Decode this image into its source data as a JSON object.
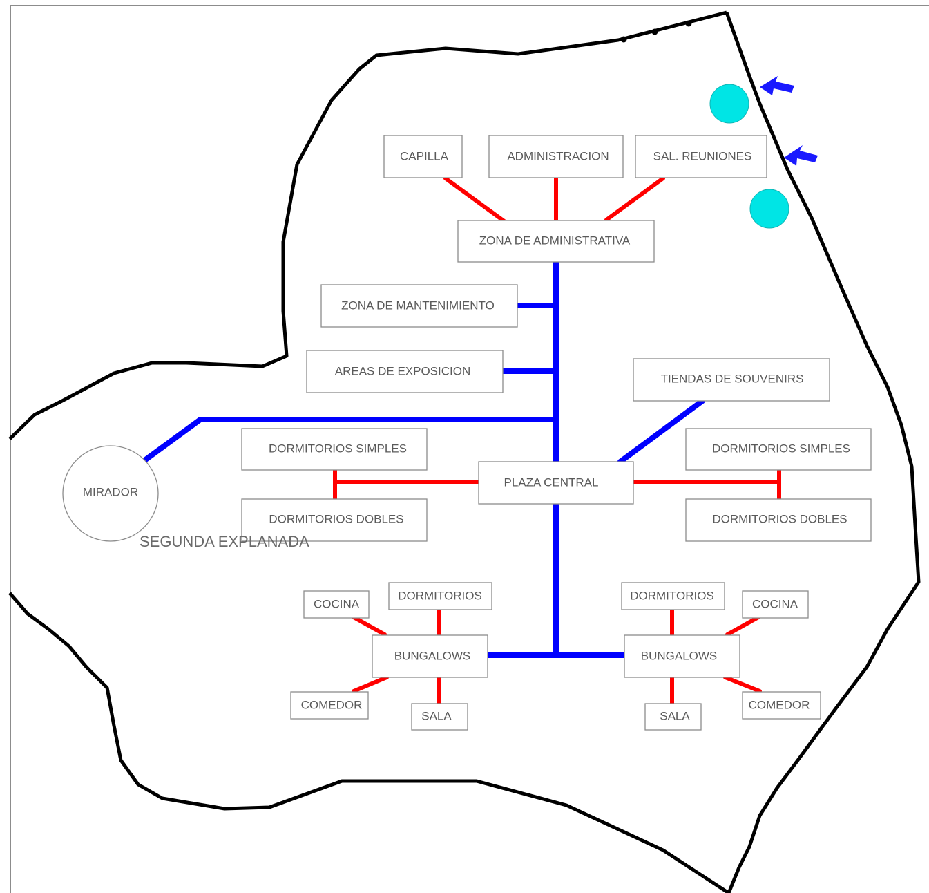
{
  "colors": {
    "primary_link": "#ff0000",
    "main_axis": "#0000ff",
    "boundary": "#000000",
    "marker": "#00e5e5",
    "arrow": "#1a1aff"
  },
  "labels": {
    "capilla": "CAPILLA",
    "administracion": "ADMINISTRACION",
    "sal_reuniones": "SAL. REUNIONES",
    "zona_administrativa": "ZONA DE ADMINISTRATIVA",
    "zona_mantenimiento": "ZONA DE MANTENIMIENTO",
    "areas_exposicion": "AREAS DE EXPOSICION",
    "tiendas_souvenirs": "TIENDAS DE SOUVENIRS",
    "dorm_simples_left": "DORMITORIOS SIMPLES",
    "dorm_dobles_left": "DORMITORIOS DOBLES",
    "plaza_central": "PLAZA CENTRAL",
    "dorm_simples_right": "DORMITORIOS SIMPLES",
    "dorm_dobles_right": "DORMITORIOS DOBLES",
    "mirador": "MIRADOR",
    "segunda_explanada": "SEGUNDA EXPLANADA",
    "cocina_left": "COCINA",
    "dormitorios_left": "DORMITORIOS",
    "bungalows_left": "BUNGALOWS",
    "comedor_left": "COMEDOR",
    "sala_left": "SALA",
    "dormitorios_right": "DORMITORIOS",
    "cocina_right": "COCINA",
    "bungalows_right": "BUNGALOWS",
    "sala_right": "SALA",
    "comedor_right": "COMEDOR"
  },
  "icons": {
    "entry_marker": "cyan-circle-icon",
    "entry_arrow": "blue-arrow-icon"
  }
}
